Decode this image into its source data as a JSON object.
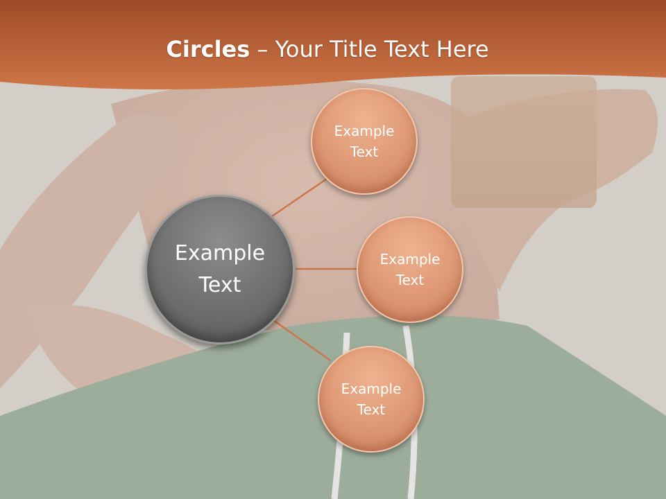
{
  "slide": {
    "title_bold": "Circles",
    "title_rest": " – Your Title Text Here"
  },
  "diagram": {
    "center_label": "Example\nText",
    "satellites": [
      {
        "label": "Example\nText"
      },
      {
        "label": "Example\nText"
      },
      {
        "label": "Example\nText"
      }
    ]
  },
  "colors": {
    "title_band": "#c2683c",
    "center_circle": "#6f6f6f",
    "satellite_circle": "#dd9774",
    "connector": "#c9764d"
  }
}
